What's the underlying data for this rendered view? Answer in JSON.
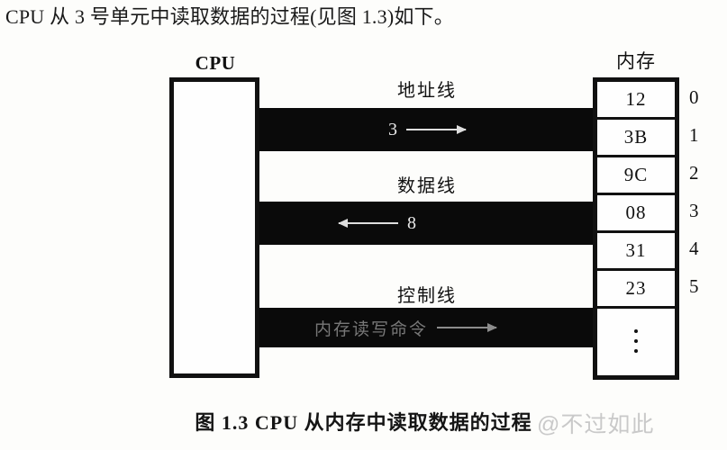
{
  "page": {
    "intro_text": "CPU 从 3 号单元中读取数据的过程(见图 1.3)如下。",
    "caption": "图 1.3   CPU 从内存中读取数据的过程",
    "watermark": "@不过如此",
    "colors": {
      "bar_black": "#0a0a0a",
      "outline": "#111111",
      "page_background": "#fdfdfb",
      "arrow_bright": "#dedede",
      "arrow_dim": "#8c8c8c",
      "watermark": "#c9c9c9"
    }
  },
  "diagram": {
    "cpu": {
      "label": "CPU"
    },
    "memory": {
      "label": "内存",
      "cells": [
        {
          "value": "12",
          "index": "0"
        },
        {
          "value": "3B",
          "index": "1"
        },
        {
          "value": "9C",
          "index": "2"
        },
        {
          "value": "08",
          "index": "3"
        },
        {
          "value": "31",
          "index": "4"
        },
        {
          "value": "23",
          "index": "5"
        }
      ],
      "continuation_glyph": "⋮"
    },
    "buses": [
      {
        "id": "address-bus",
        "label": "地址线",
        "signal_value": "3",
        "direction": "right",
        "value_position": "before-arrow",
        "dim": false
      },
      {
        "id": "data-bus",
        "label": "数据线",
        "signal_value": "8",
        "direction": "left",
        "value_position": "after-arrow",
        "dim": false
      },
      {
        "id": "control-bus",
        "label": "控制线",
        "signal_value": "内存读写命令",
        "direction": "right",
        "value_position": "before-arrow",
        "dim": true
      }
    ]
  }
}
